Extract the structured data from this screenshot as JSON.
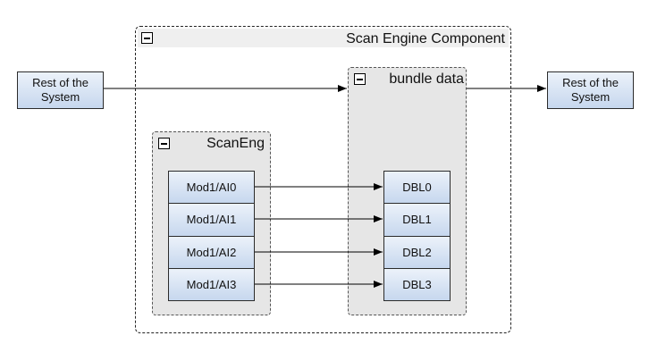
{
  "outer_group": {
    "title": "Scan Engine Component"
  },
  "scaneng_group": {
    "title": "ScanEng",
    "items": [
      {
        "label": "Mod1/AI0"
      },
      {
        "label": "Mod1/AI1"
      },
      {
        "label": "Mod1/AI2"
      },
      {
        "label": "Mod1/AI3"
      }
    ]
  },
  "bundle_group": {
    "title": "bundle data",
    "items": [
      {
        "label": "DBL0"
      },
      {
        "label": "DBL1"
      },
      {
        "label": "DBL2"
      },
      {
        "label": "DBL3"
      }
    ]
  },
  "external": {
    "input_label": "Rest of the System",
    "output_label": "Rest of the System"
  },
  "colors": {
    "node_fill_top": "#ecf2fa",
    "node_fill_bottom": "#c6d7ee",
    "group_fill": "#e6e6e6",
    "line": "#000000"
  }
}
